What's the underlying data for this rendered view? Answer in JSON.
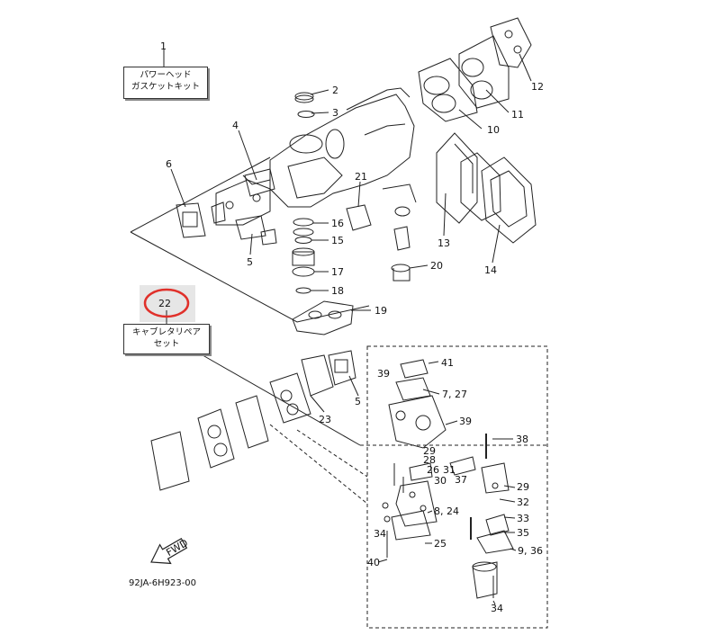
{
  "kit_label": {
    "line1": "パワーヘッド",
    "line2": "ガスケットキット",
    "ref": "1"
  },
  "carb_label": {
    "line1": "キャブレタリペア",
    "line2": "セット",
    "ref": "22"
  },
  "doc_code": "92JA-6H923-00",
  "fwd_label": "FWD",
  "highlight_color": "#e0302a",
  "part_numbers": {
    "p2": "2",
    "p3": "3",
    "p4": "4",
    "p5a": "5",
    "p5b": "5",
    "p6": "6",
    "p10": "10",
    "p11": "11",
    "p12": "12",
    "p13": "13",
    "p14": "14",
    "p15": "15",
    "p16": "16",
    "p17": "17",
    "p18": "18",
    "p19": "19",
    "p20": "20",
    "p21": "21",
    "p23": "23",
    "p39a": "39",
    "p41": "41",
    "p727": "7, 27",
    "p39b": "39",
    "p38": "38",
    "p29a": "29",
    "p28": "28",
    "p26": "26",
    "p31": "31",
    "p30": "30",
    "p37": "37",
    "p29b": "29",
    "p32": "32",
    "p824": "8, 24",
    "p33": "33",
    "p34a": "34",
    "p35": "35",
    "p25": "25",
    "p936": "9, 36",
    "p40": "40",
    "p34b": "34"
  }
}
